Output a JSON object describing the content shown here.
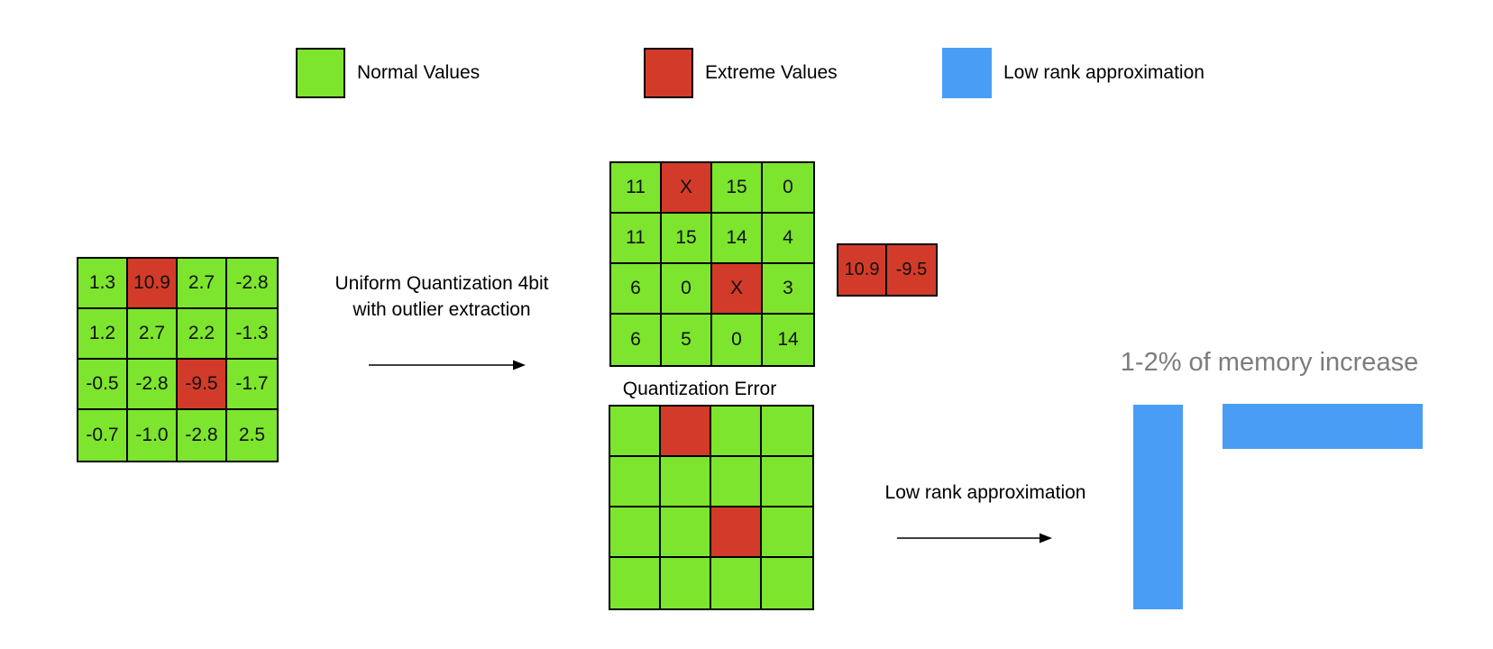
{
  "colors": {
    "normal": "#7de52d",
    "extreme": "#d23b29",
    "lowrank": "#4a9df4",
    "memory_text": "#7c7c7c"
  },
  "legend": {
    "items": [
      {
        "label": "Normal Values",
        "color": "#7de52d"
      },
      {
        "label": "Extreme Values",
        "color": "#d23b29"
      },
      {
        "label": "Low rank approximation",
        "color": "#4a9df4"
      }
    ]
  },
  "original_matrix": {
    "rows": [
      [
        "1.3",
        "10.9",
        "2.7",
        "-2.8"
      ],
      [
        "1.2",
        "2.7",
        "2.2",
        "-1.3"
      ],
      [
        "-0.5",
        "-2.8",
        "-9.5",
        "-1.7"
      ],
      [
        "-0.7",
        "-1.0",
        "-2.8",
        "2.5"
      ]
    ],
    "extreme_cells": [
      [
        0,
        1
      ],
      [
        2,
        2
      ]
    ]
  },
  "quantized_matrix": {
    "rows": [
      [
        "11",
        "X",
        "15",
        "0"
      ],
      [
        "11",
        "15",
        "14",
        "4"
      ],
      [
        "6",
        "0",
        "X",
        "3"
      ],
      [
        "6",
        "5",
        "0",
        "14"
      ]
    ],
    "extreme_cells": [
      [
        0,
        1
      ],
      [
        2,
        2
      ]
    ]
  },
  "outlier_matrix": {
    "rows": [
      [
        "10.9",
        "-9.5"
      ]
    ],
    "extreme_cells": [
      [
        0,
        0
      ],
      [
        0,
        1
      ]
    ]
  },
  "error_matrix": {
    "rows": [
      [
        "",
        "",
        "",
        ""
      ],
      [
        "",
        "",
        "",
        ""
      ],
      [
        "",
        "",
        "",
        ""
      ],
      [
        "",
        "",
        "",
        ""
      ]
    ],
    "extreme_cells": [
      [
        0,
        1
      ],
      [
        2,
        2
      ]
    ]
  },
  "labels": {
    "quantization_step_line1": "Uniform Quantization 4bit",
    "quantization_step_line2": "with outlier extraction",
    "quantization_error_title": "Quantization Error",
    "low_rank_step": "Low rank approximation",
    "memory_note": "1-2% of memory increase"
  }
}
